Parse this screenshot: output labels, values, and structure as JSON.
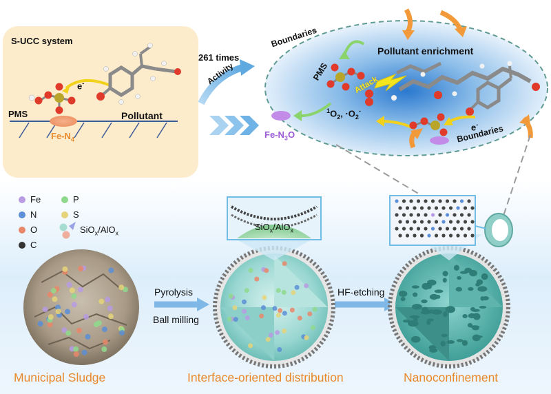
{
  "top_left": {
    "title": "S-UCC system",
    "pms": "PMS",
    "electron": "e",
    "electron_sup": "-",
    "pollutant": "Pollutant",
    "site_main": "Fe-N",
    "site_sub": "4"
  },
  "middle": {
    "activity_value": "261 times",
    "activity_label": "Activity"
  },
  "top_right": {
    "boundaries_top": "Boundaries",
    "boundaries_bottom": "Boundaries",
    "pms": "PMS",
    "attack": "Attack",
    "pollutant_enrichment": "Pollutant enrichment",
    "ros_1_sup": "1",
    "ros_1_main": "O",
    "ros_1_sub": "2",
    "ros_sep": ", ·O",
    "ros_2_sub": "2",
    "ros_2_sup": "-",
    "electron": "e",
    "electron_sup": "-",
    "site_main": "Fe-N",
    "site_sub": "3",
    "site_tail": "O"
  },
  "legend": {
    "items": [
      {
        "symbol": "Fe",
        "color": "#b79be3"
      },
      {
        "symbol": "P",
        "color": "#8fd98c"
      },
      {
        "symbol": "N",
        "color": "#5b8ed6"
      },
      {
        "symbol": "S",
        "color": "#e6d47a"
      },
      {
        "symbol": "O",
        "color": "#e9876a"
      },
      {
        "symbol": "C",
        "color": "#333333"
      }
    ],
    "oxide_main": "SiO",
    "oxide_sub1": "x",
    "oxide_sep": "/AlO",
    "oxide_sub2": "x"
  },
  "inset": {
    "oxide_main": "SiO",
    "oxide_sub1": "x",
    "oxide_sep": "/AlO",
    "oxide_sub2": "x"
  },
  "process": {
    "step1_line1": "Pyrolysis",
    "step1_line2": "Ball milling",
    "step2": "HF-etching"
  },
  "bottom_titles": {
    "left": "Municipal Sludge",
    "center": "Interface-oriented distribution",
    "right": "Nanoconfinement"
  }
}
